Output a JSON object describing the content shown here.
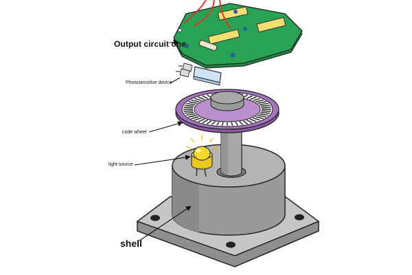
{
  "labels": {
    "output_circuit": "Output circuit one",
    "photosensitive": "Photosensitive device",
    "code_wheel": "code wheel",
    "light_source": "light source",
    "shell": "shell"
  },
  "colors": {
    "pcb": "#27a353",
    "chip": "#f1df72",
    "wire": "#d83a2a",
    "disk": "#a574bd",
    "slot": "#ffffff",
    "led": "#f3d92a",
    "shell": "#9a9a9a",
    "base": "#c6c6c6"
  },
  "code_wheel": {
    "slot_count": 52
  }
}
